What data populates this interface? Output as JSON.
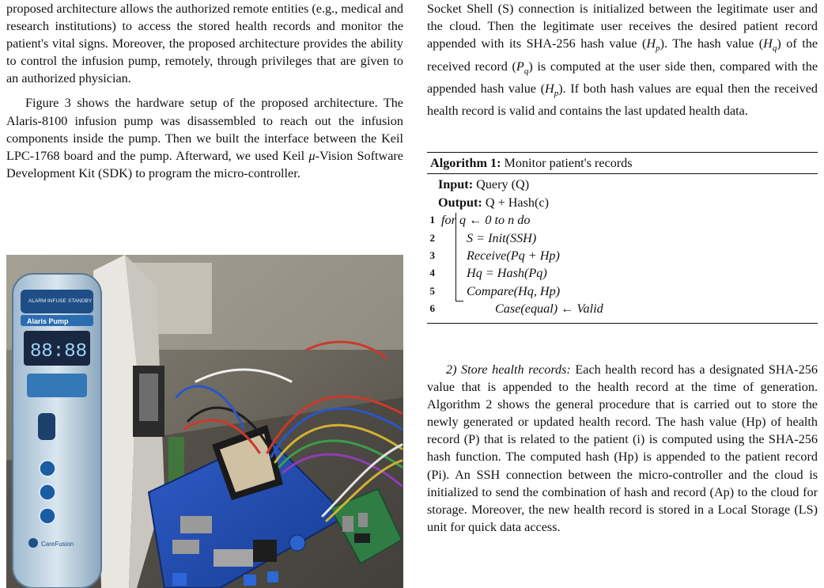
{
  "left_column": {
    "para1": "proposed architecture allows the authorized remote entities (e.g., medical and research institutions) to access the stored health records and monitor the patient's vital signs. Moreover, the proposed architecture provides the ability to control the infusion pump, remotely, through privileges that are given to an authorized physician.",
    "para2_a": "Figure 3 shows the hardware setup of the proposed architecture. The Alaris-8100 infusion pump was disassembled to reach out the infusion components inside the pump. Then we built the interface between the Keil LPC-1768 board and the pump. Afterward, we used Keil ",
    "para2_mu": "μ",
    "para2_b": "-Vision Software Development Kit (SDK) to program the micro-controller."
  },
  "figure": {
    "pump_header": [
      "ALARM",
      "INFUSE",
      "STANDBY"
    ],
    "pump_brand": "Alaris Pump",
    "pump_display": "88:88",
    "pump_maker": "CareFusion"
  },
  "right_column": {
    "para1_a": "Socket Shell (S) connection is initialized between the legitimate user and the cloud. Then the legitimate user receives the desired patient record appended with its SHA-256 hash value (",
    "para1_b": "). The hash value (",
    "para1_c": ") of the received record (",
    "para1_d": ") is computed at the user side then, compared with the appended hash value (",
    "para1_e": "). If both hash values are equal then the received health record is valid and contains the last updated health data.",
    "para2_title": "2) Store health records:",
    "para2_text": " Each health record has a designated SHA-256 value that is appended to the health record at the time of generation. Algorithm 2 shows the general procedure that is carried out to store the newly generated or updated health record. The hash value (Hp) of health record (P) that is related to the patient (i) is computed using the SHA-256 hash function. The computed hash (Hp) is appended to the patient record (Pi). An SSH connection between the micro-controller and the cloud is initialized to send the combination of hash and record (Ap) to the cloud for storage. Moreover, the new health record is stored in a Local Storage (LS) unit for quick data access."
  },
  "algorithm": {
    "title_bold": "Algorithm 1:",
    "title_text": " Monitor patient's records",
    "input_label": "Input:",
    "input_text": " Query (Q)",
    "output_label": "Output:",
    "output_text": " Q + Hash(c)",
    "lines": [
      {
        "num": "1",
        "text": "for q ← 0 to n do"
      },
      {
        "num": "2",
        "text": "S = Init(SSH)"
      },
      {
        "num": "3",
        "text": "Receive(Pq + Hp)"
      },
      {
        "num": "4",
        "text": "Hq = Hash(Pq)"
      },
      {
        "num": "5",
        "text": "Compare(Hq, Hp)"
      },
      {
        "num": "6",
        "text": "Case(equal) ← Valid"
      }
    ]
  }
}
